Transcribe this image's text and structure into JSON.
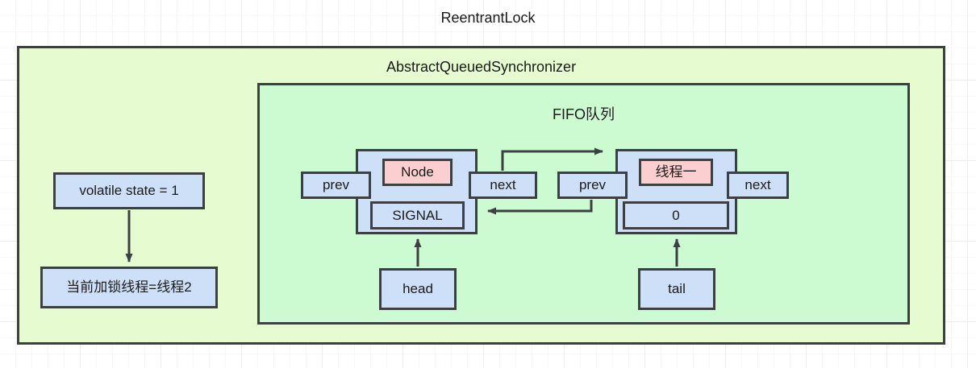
{
  "diagram": {
    "title": "ReentrantLock",
    "outer_container_label": "AbstractQueuedSynchronizer",
    "queue_container_label": "FIFO队列",
    "state_field": "volatile state = 1",
    "owner_field": "当前加锁线程=线程2",
    "nodes": [
      {
        "prev_label": "prev",
        "type_label": "Node",
        "waitstatus_label": "SIGNAL",
        "next_label": "next",
        "pointer_label": "head"
      },
      {
        "prev_label": "prev",
        "type_label": "线程一",
        "waitstatus_label": "0",
        "next_label": "next",
        "pointer_label": "tail"
      }
    ],
    "colors": {
      "outer_fill": "#e6fbcf",
      "inner_fill": "#ccfbd1",
      "blue_fill": "#cde0f7",
      "pink_fill": "#fbcfcf",
      "stroke": "#3c4043",
      "background": "#ffffff",
      "grid": "#eeeeee"
    }
  }
}
